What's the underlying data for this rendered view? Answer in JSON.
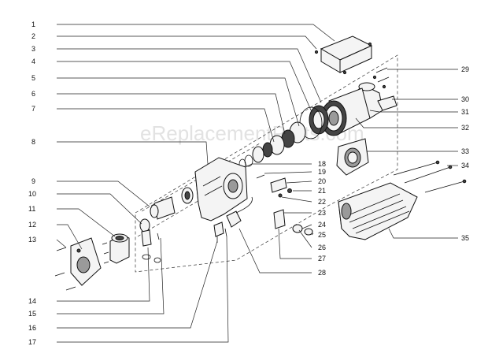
{
  "watermark": "eReplacementParts.com",
  "left_labels": [
    "1",
    "2",
    "3",
    "4",
    "5",
    "6",
    "7",
    "8",
    "9",
    "10",
    "11",
    "12",
    "13",
    "14",
    "15",
    "16",
    "17"
  ],
  "right_labels": [
    "18",
    "19",
    "20",
    "21",
    "22",
    "23",
    "24",
    "25",
    "26",
    "27",
    "28",
    "29",
    "30",
    "31",
    "32",
    "33",
    "34",
    "35"
  ]
}
